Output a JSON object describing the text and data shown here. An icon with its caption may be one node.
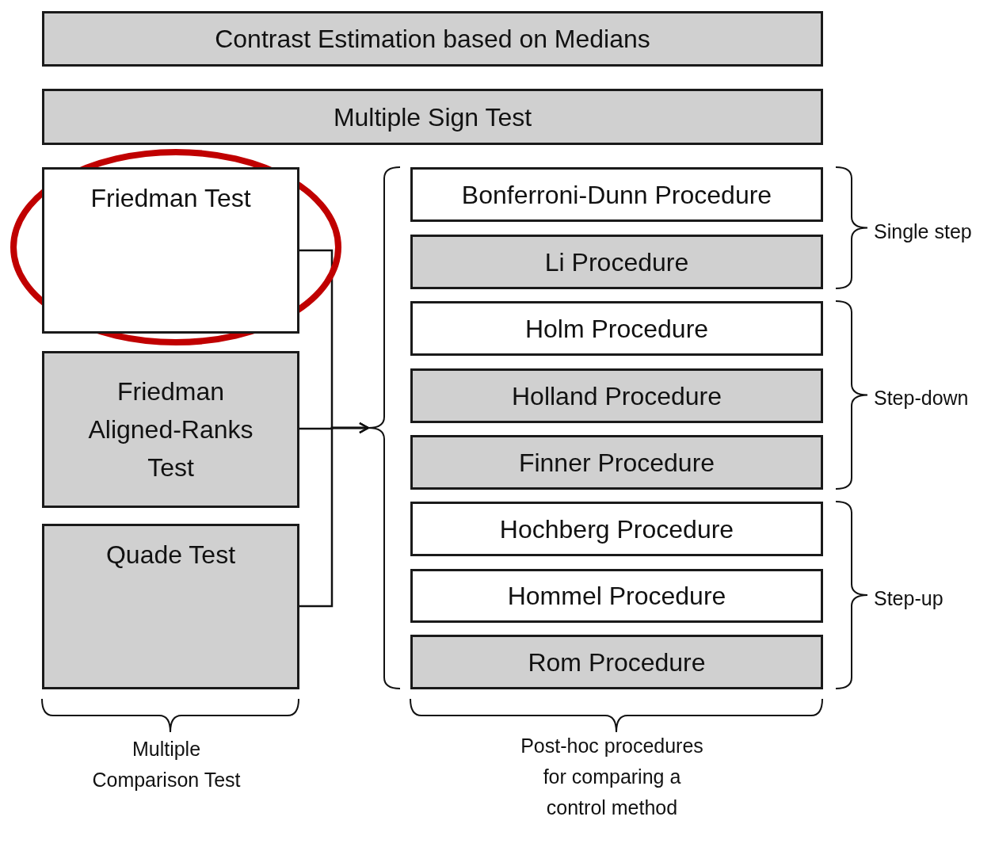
{
  "diagram": {
    "nodes": [
      {
        "text": [
          "Contrast Estimation based on Medians"
        ]
      },
      {
        "text": [
          "Multiple Sign Test"
        ]
      },
      {
        "text": [
          "Friedman Test"
        ]
      },
      {
        "text": [
          "Friedman Aligned-Ranks Test"
        ]
      },
      {
        "text": [
          "Quade Test"
        ]
      },
      {
        "text": [],
        "shape": "brace"
      },
      {
        "text": [
          "Bonferroni-Dunn Procedure"
        ]
      },
      {
        "text": [
          "Li Procedure"
        ]
      },
      {
        "text": [
          "Holm Procedure"
        ]
      },
      {
        "text": [
          "Holland Procedure"
        ]
      },
      {
        "text": [
          "Finner Procedure"
        ]
      },
      {
        "text": [
          "Hochberg Procedure"
        ]
      },
      {
        "text": [
          "Hommel Procedure"
        ]
      },
      {
        "text": [
          "Rom Procedure"
        ]
      }
    ],
    "edges": [
      {
        "from": 2,
        "to": 5,
        "arrow": "to"
      },
      {
        "from": 3,
        "to": 5,
        "arrow": "to"
      },
      {
        "from": 4,
        "to": 5,
        "arrow": "to"
      }
    ],
    "labels": [
      "Single step",
      "Step-down",
      "Step-up",
      "Multiple Comparison Test",
      "Post-hoc procedures for comparing a control method"
    ]
  }
}
